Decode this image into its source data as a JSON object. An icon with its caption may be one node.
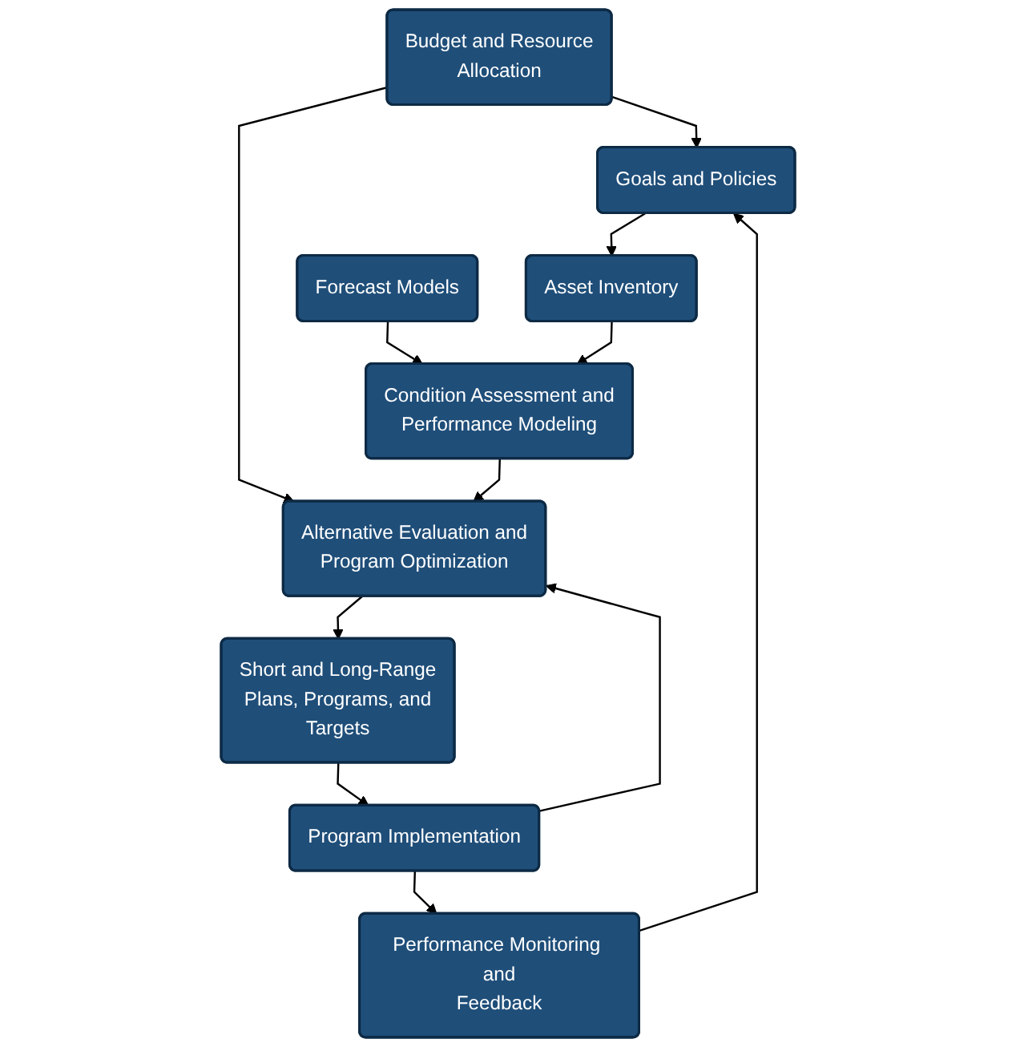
{
  "diagram": {
    "nodes": [
      {
        "text": [
          "Goals and Policies"
        ]
      },
      {
        "text": [
          "Asset Inventory"
        ]
      },
      {
        "text": [
          "Condition Assessment and Performance Modeling"
        ]
      },
      {
        "text": [
          "Forecast Models"
        ]
      },
      {
        "text": [
          "Alternative Evaluation and Program Optimization"
        ]
      },
      {
        "text": [
          "Budget and Resource Allocation"
        ]
      },
      {
        "text": [
          "Short and Long-Range Plans, Programs, and Targets"
        ]
      },
      {
        "text": [
          "Program Implementation"
        ]
      },
      {
        "text": [
          "Performance Monitoring and Feedback"
        ]
      }
    ],
    "edges": [
      {
        "from": 0,
        "to": 1,
        "arrow": "to"
      },
      {
        "from": 1,
        "to": 2,
        "arrow": "to"
      },
      {
        "from": 3,
        "to": 2,
        "arrow": "to"
      },
      {
        "from": 2,
        "to": 4,
        "arrow": "to"
      },
      {
        "from": 5,
        "to": 4,
        "arrow": "to"
      },
      {
        "from": 5,
        "to": 0,
        "arrow": "to"
      },
      {
        "from": 4,
        "to": 6,
        "arrow": "to"
      },
      {
        "from": 6,
        "to": 7,
        "arrow": "to"
      },
      {
        "from": 7,
        "to": 4,
        "arrow": "to"
      },
      {
        "from": 7,
        "to": 8,
        "arrow": "to"
      },
      {
        "from": 8,
        "to": 0,
        "arrow": "to"
      }
    ]
  }
}
